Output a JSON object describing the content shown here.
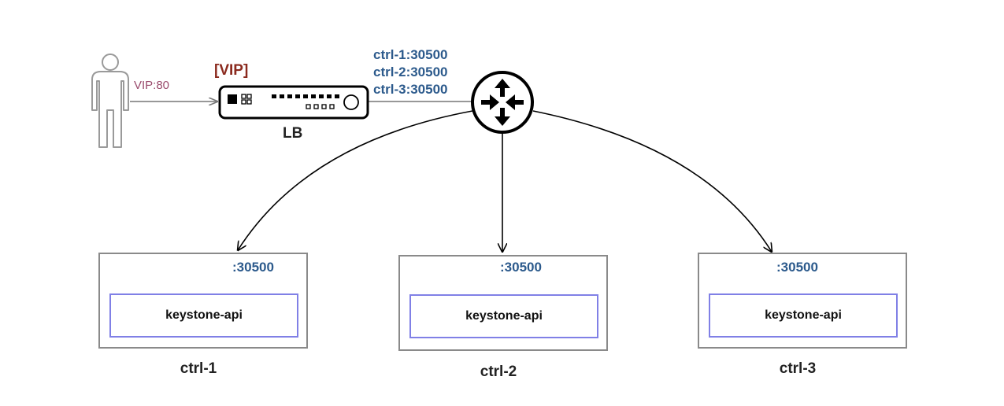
{
  "client": {
    "icon": "user-icon",
    "edge_label": "VIP:80"
  },
  "lb": {
    "icon": "load-balancer-icon",
    "tag": "[VIP]",
    "label": "LB"
  },
  "router": {
    "icon": "router-icon",
    "targets": [
      "ctrl-1:30500",
      "ctrl-2:30500",
      "ctrl-3:30500"
    ]
  },
  "nodes": [
    {
      "name": "ctrl-1",
      "port": ":30500",
      "service": "keystone-api"
    },
    {
      "name": "ctrl-2",
      "port": ":30500",
      "service": "keystone-api"
    },
    {
      "name": "ctrl-3",
      "port": ":30500",
      "service": "keystone-api"
    }
  ],
  "colors": {
    "port_blue": "#2c5a8c",
    "vip_red": "#8b2a1e",
    "edge_label_purple": "#9a4a6c",
    "node_border": "#8a8a8a",
    "service_border": "#8080e6"
  }
}
